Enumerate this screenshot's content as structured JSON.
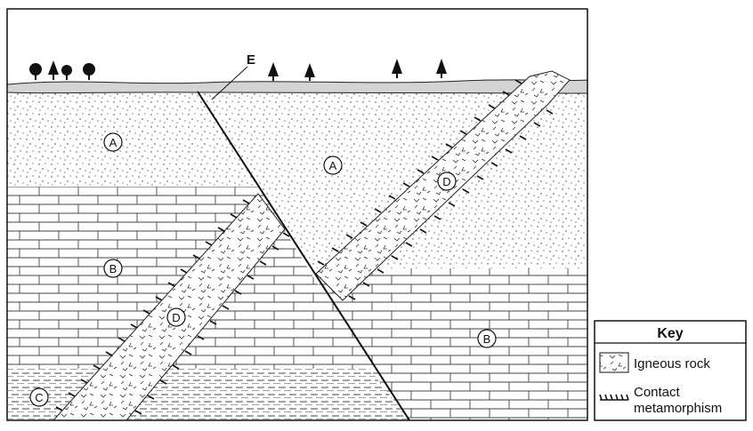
{
  "diagram": {
    "labels": {
      "fault": "E",
      "unit_a": "A",
      "unit_b": "B",
      "unit_c": "C",
      "unit_d": "D"
    },
    "key": {
      "title": "Key",
      "igneous_rock": "Igneous rock",
      "contact_line1": "Contact",
      "contact_line2": "metamorphism"
    }
  }
}
